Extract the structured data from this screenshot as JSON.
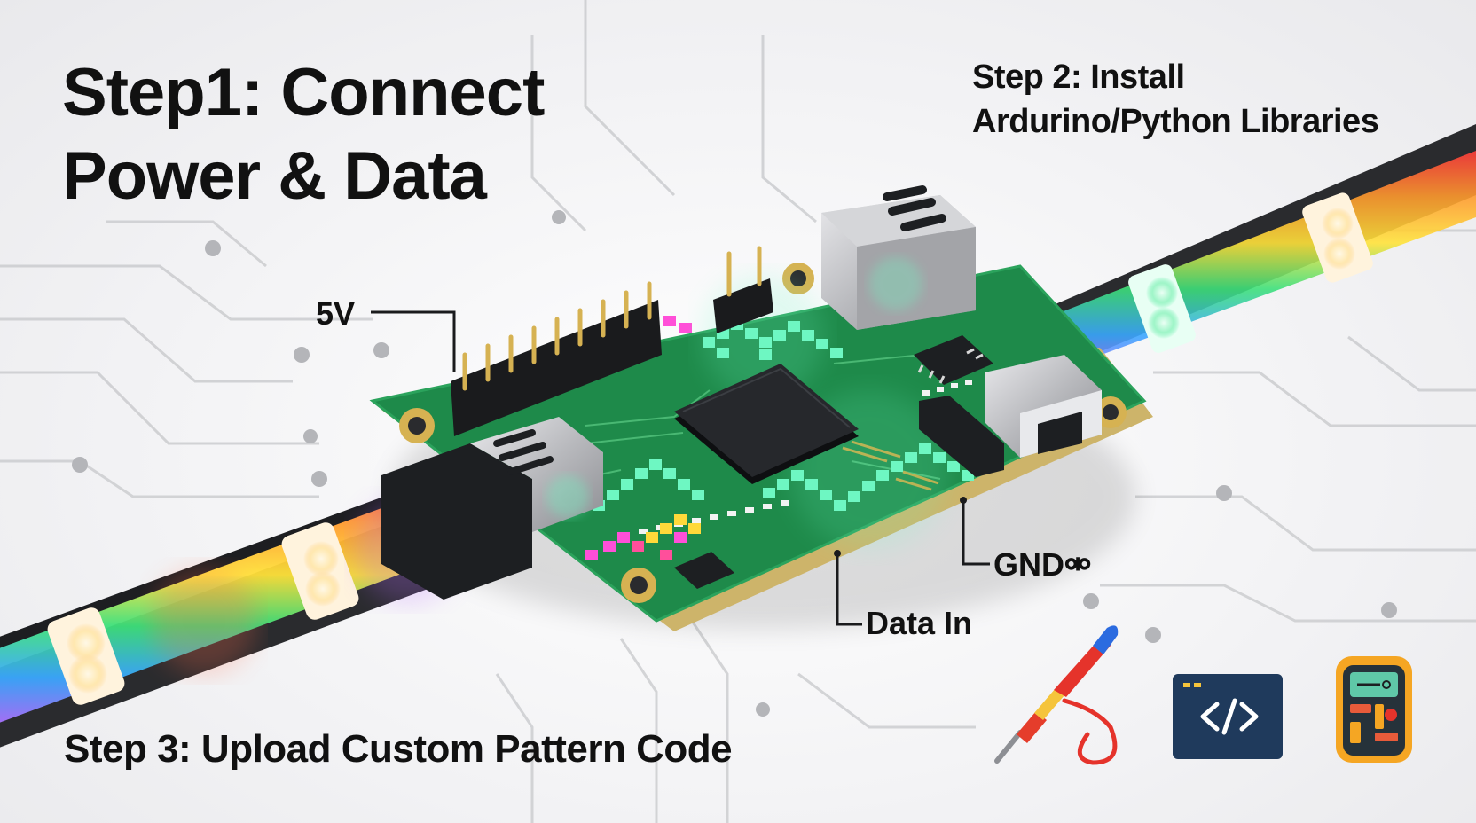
{
  "titles": {
    "step1_line1": "Step1: Connect",
    "step1_line2": "Power & Data",
    "step2_line1": "Step 2: Install",
    "step2_line2": "Ardurino/Python Libraries",
    "step3": "Step 3: Upload Custom Pattern Code"
  },
  "pin_labels": {
    "vcc": "5V",
    "gnd": "GND",
    "gnd_glyph": "⚮",
    "data_in": "Data In"
  },
  "icons": [
    "soldering-iron-icon",
    "code-editor-icon",
    "calculator-icon"
  ],
  "colors": {
    "pcb": "#1e8a4a",
    "chip": "#1d1f22",
    "led_green": "#5ff0b5",
    "code_icon_bg": "#1f3a5c",
    "calc_icon_border": "#f5a623"
  }
}
